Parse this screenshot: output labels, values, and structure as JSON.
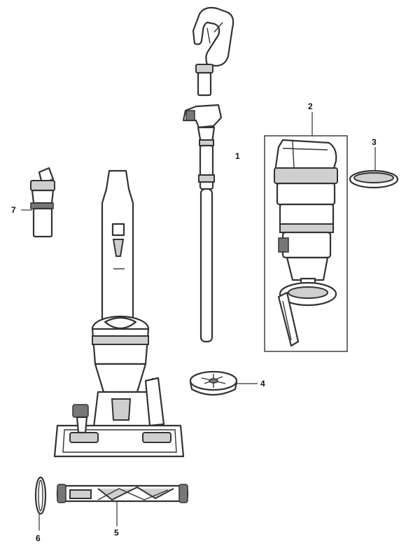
{
  "callouts": [
    {
      "id": "1",
      "text": "1"
    },
    {
      "id": "2",
      "text": "2"
    },
    {
      "id": "3",
      "text": "3"
    },
    {
      "id": "4",
      "text": "4"
    },
    {
      "id": "5",
      "text": "5"
    },
    {
      "id": "6",
      "text": "6"
    },
    {
      "id": "7",
      "text": "7"
    }
  ],
  "colors": {
    "line": "#333333",
    "shade": "#cfcfcf",
    "background": "#ffffff"
  }
}
